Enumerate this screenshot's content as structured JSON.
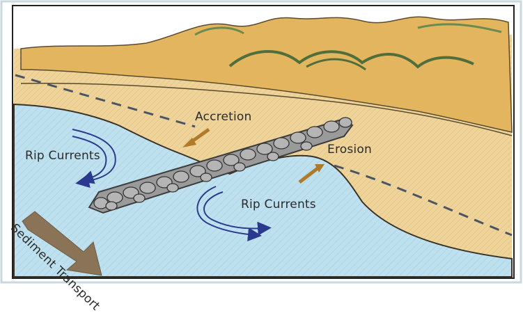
{
  "diagram": {
    "labels": {
      "accretion": "Accretion",
      "erosion": "Erosion",
      "rip_currents_left": "Rip Currents",
      "rip_currents_right": "Rip Currents",
      "sediment_transport": "Sediment Transport"
    },
    "colors": {
      "water": "#bfe1ef",
      "sand": "#eed39a",
      "dune": "#e0b35a",
      "dune_grass": "#4f6e3c",
      "current_arrows": "#2a3a8f",
      "process_arrows": "#b07a28",
      "transport_arrow": "#8a7356",
      "groin_rocks": "#8c8c8c",
      "dashed_line": "#4a5564"
    },
    "icons": {
      "accretion": "arrow-down-left-icon",
      "erosion": "arrow-up-right-icon",
      "sediment_transport": "arrow-down-right-icon",
      "groin": "rock-groin-icon"
    }
  }
}
